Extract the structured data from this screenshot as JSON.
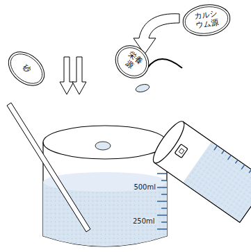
{
  "diagram": {
    "nodes": [
      {
        "text": [
          "カルシウム源"
        ]
      },
      {
        "text": [
          "砂"
        ]
      },
      {
        "text": [
          "栄養源"
        ]
      }
    ],
    "labels": [
      "500ml",
      "250ml"
    ]
  }
}
